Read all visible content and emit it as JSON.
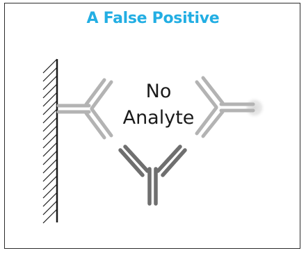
{
  "figure": {
    "title": "A False Positive",
    "center_label_line1": "No",
    "center_label_line2": "Analyte"
  },
  "colors": {
    "title": "#22aee3",
    "frame": "#2b2b2b",
    "antibody_dark": "#6f6f6f",
    "antibody_light": "#b3b3b3",
    "wall": "#1a1a1a"
  }
}
